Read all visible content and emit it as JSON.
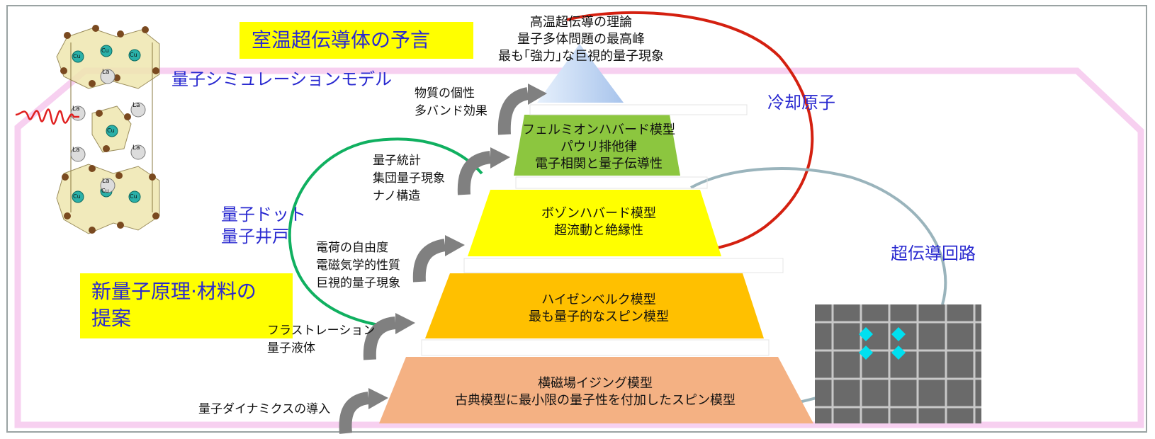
{
  "title_box": "室温超伝導体の予言",
  "proposal_box": "新量子原理·材料の\n提案",
  "labels": {
    "quantum_sim_model": "量子シミュレーションモデル",
    "cold_atoms": "冷却原子",
    "quantum_dots": "量子ドット\n量子井戸",
    "sc_circuit": "超伝導回路"
  },
  "pyramid": [
    {
      "text": "高温超伝導の理論\n量子多体問題の最高峰\n最も｢強力｣な巨視的量子現象"
    },
    {
      "text": "フェルミオンハバード模型\nパウリ排他律\n電子相関と量子伝導性"
    },
    {
      "text": "ボゾンハバード模型\n超流動と絶縁性"
    },
    {
      "text": "ハイゼンベルク模型\n最も量子的なスピン模型"
    },
    {
      "text": "横磁場イジング模型\n古典模型に最小限の量子性を付加したスピン模型"
    }
  ],
  "side_notes": [
    "物質の個性\n多バンド効果",
    "量子統計\n集団量子現象\nナノ構造",
    "電荷の自由度\n電磁気学的性質\n巨視的量子現象",
    "フラストレーション\n量子液体",
    "量子ダイナミクスの導入"
  ],
  "crystal_atoms": {
    "la": "La",
    "cu": "Cu"
  },
  "colors": {
    "yellow_box": "#ffff00",
    "label_blue": "#2a2ad0",
    "pink_outline": "#f7d0f0",
    "cold_atoms_circle": "#d42010",
    "dots_circle": "#10b060",
    "sc_circle": "#9ab4bc",
    "tier1": "#c4d8f4",
    "tier2": "#8cc63f",
    "tier3": "#ffff00",
    "tier4": "#ffc000",
    "tier5": "#f4b183",
    "arrow": "#808080"
  }
}
